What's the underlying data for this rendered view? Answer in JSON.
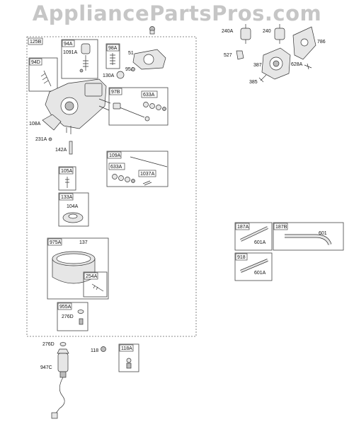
{
  "watermark": "AppliancePartsPros.com",
  "labels": {
    "l125B": "125B",
    "l94A": "94A",
    "l1091A": "1091A",
    "l98A": "98A",
    "l51": "51",
    "l94D": "94D",
    "l95A": "95A",
    "l130A": "130A",
    "l97B": "97B",
    "l633A_1": "633A",
    "l108A": "108A",
    "l231A": "231A",
    "l142A": "142A",
    "l109A": "109A",
    "l633A_2": "633A",
    "l1037A": "1037A",
    "l105A": "105A",
    "l133A": "133A",
    "l104A": "104A",
    "l975A": "975A",
    "l137": "137",
    "l254A": "254A",
    "l955A": "955A",
    "l276D_1": "276D",
    "l276D_2": "276D",
    "l947C": "947C",
    "l118": "118",
    "l118A": "118A",
    "l240A": "240A",
    "l240": "240",
    "l786": "786",
    "l527": "527",
    "l387": "387",
    "l628A": "628A",
    "l385": "385",
    "l187A": "187A",
    "l601A_1": "601A",
    "l187B": "187B",
    "l601": "601",
    "l918": "918",
    "l601A_2": "601A"
  }
}
